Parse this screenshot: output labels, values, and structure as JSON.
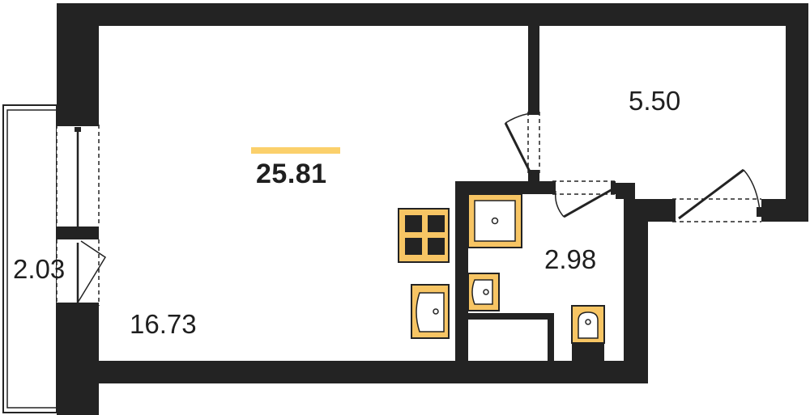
{
  "colors": {
    "wall": "#232323",
    "accent": "#fbd06b",
    "fixture_fill": "#f7c564",
    "fixture_stroke": "#232323",
    "background": "#ffffff"
  },
  "total_area": "25.81",
  "rooms": {
    "main_room": "16.73",
    "bathroom": "5.50",
    "wc": "2.98",
    "balcony": "2.03"
  },
  "icons": [
    "stove-icon",
    "sink-icon",
    "washbasin-icon",
    "shower-tray-icon",
    "toilet-icon",
    "door-swing-icon",
    "window-icon"
  ]
}
